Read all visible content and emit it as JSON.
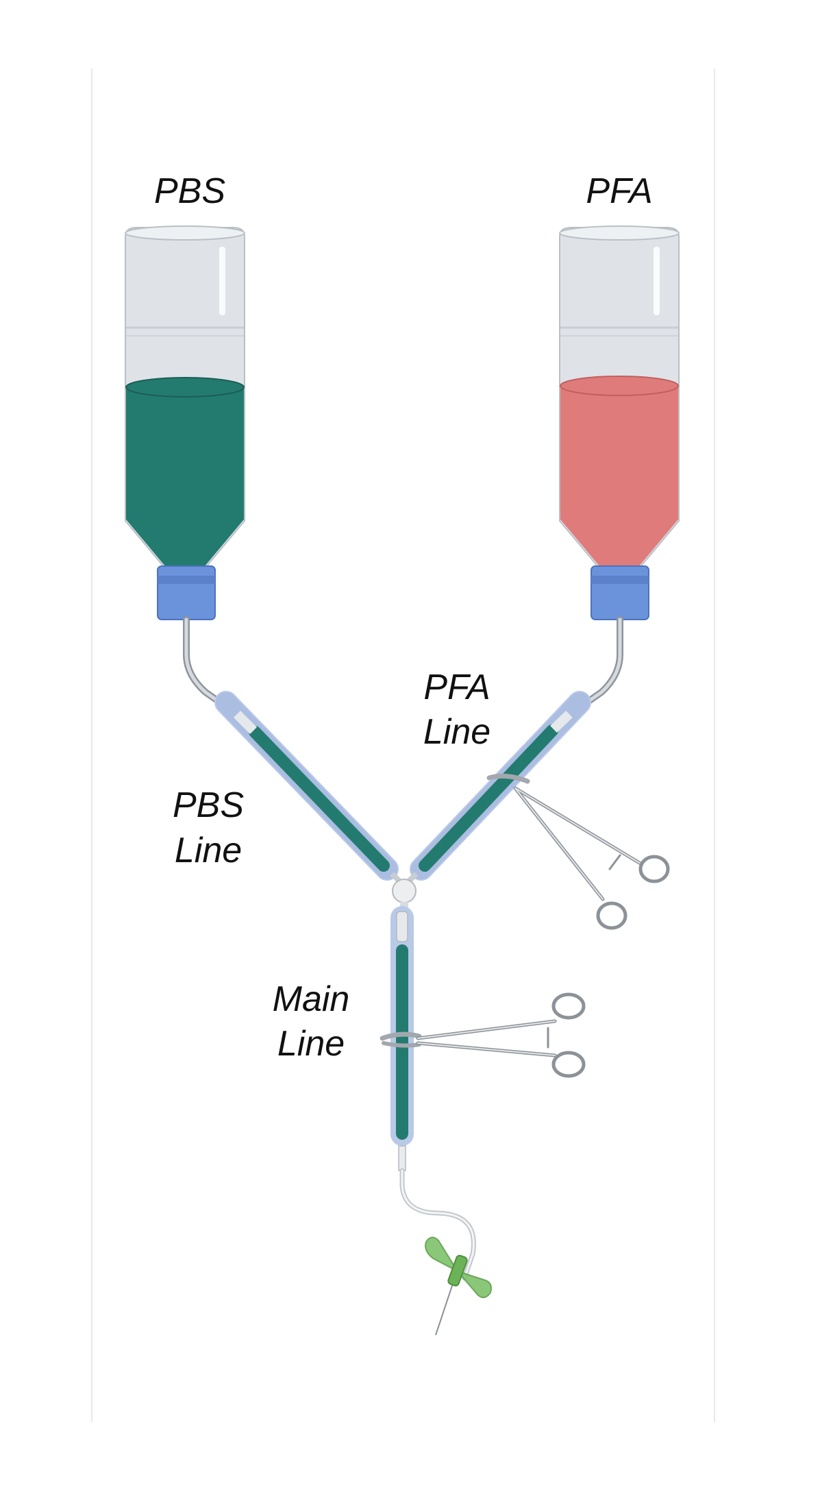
{
  "labels": {
    "pbs_bottle": "PBS",
    "pfa_bottle": "PFA",
    "pbs_line": [
      "PBS",
      "Line"
    ],
    "pfa_line": [
      "PFA",
      "Line"
    ],
    "main_line": [
      "Main",
      "Line"
    ]
  },
  "colors": {
    "pbs_fluid": "#237b6f",
    "pfa_fluid": "#e07b7b",
    "cap": "#6b93dc",
    "tube_fluid": "#237b6f",
    "tube_sleeve": "#b9c9e8",
    "needle_wings": "#7fc26a",
    "bottle_glass": "#dfe3e7"
  },
  "icons": {
    "clamp": "hemostat-clamp-icon",
    "needle": "butterfly-needle-icon",
    "connector": "y-connector-icon"
  }
}
